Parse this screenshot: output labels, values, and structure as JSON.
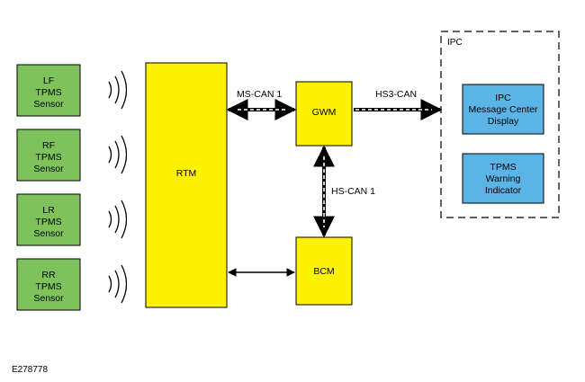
{
  "sensors": [
    {
      "lines": [
        "LF",
        "TPMS",
        "Sensor"
      ]
    },
    {
      "lines": [
        "RF",
        "TPMS",
        "Sensor"
      ]
    },
    {
      "lines": [
        "LR",
        "TPMS",
        "Sensor"
      ]
    },
    {
      "lines": [
        "RR",
        "TPMS",
        "Sensor"
      ]
    }
  ],
  "modules": {
    "rtm": "RTM",
    "gwm": "GWM",
    "bcm": "BCM"
  },
  "ipc": {
    "title": "IPC",
    "message_center": [
      "IPC",
      "Message Center",
      "Display"
    ],
    "warning_indicator": [
      "TPMS",
      "Warning",
      "Indicator"
    ]
  },
  "buses": {
    "ms_can": "MS-CAN 1",
    "hs3_can": "HS3-CAN",
    "hs_can": "HS-CAN 1"
  },
  "figure_id": "E278778",
  "colors": {
    "sensor_fill": "#7dc25a",
    "module_fill": "#fff200",
    "ipc_fill": "#5ab4e6"
  }
}
